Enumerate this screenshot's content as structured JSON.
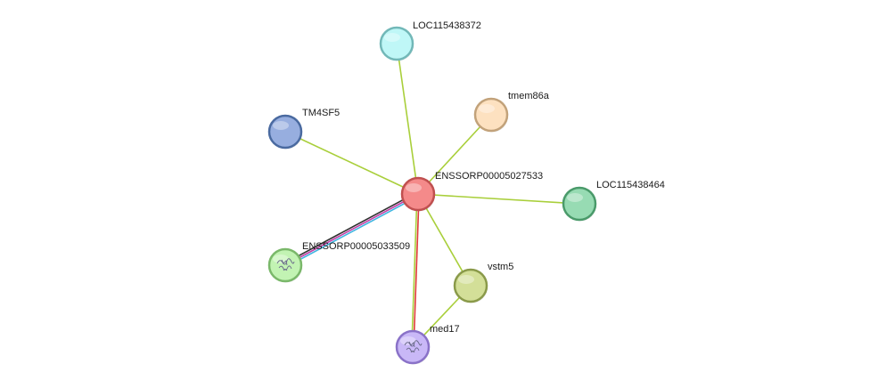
{
  "network": {
    "nodes": [
      {
        "id": "center",
        "label": "ENSSORP00005027533",
        "fill": "#f48a8a",
        "stroke": "#c05050"
      },
      {
        "id": "loc372",
        "label": "LOC115438372",
        "fill": "#bff7f7",
        "stroke": "#72b8b8"
      },
      {
        "id": "tmem86a",
        "label": "tmem86a",
        "fill": "#fde1c0",
        "stroke": "#c2a27a"
      },
      {
        "id": "tm4sf5",
        "label": "TM4SF5",
        "fill": "#97aedf",
        "stroke": "#4a6aa0"
      },
      {
        "id": "loc464",
        "label": "LOC115438464",
        "fill": "#97dbb3",
        "stroke": "#4a9a6a"
      },
      {
        "id": "enssorp509",
        "label": "ENSSORP00005033509",
        "fill": "#c2f3b3",
        "stroke": "#7ab86a",
        "icon": "protein-structure-icon"
      },
      {
        "id": "vstm5",
        "label": "vstm5",
        "fill": "#d3df98",
        "stroke": "#8a9a4a"
      },
      {
        "id": "med17",
        "label": "med17",
        "fill": "#c9b8f7",
        "stroke": "#8a72c8",
        "icon": "protein-structure-icon"
      }
    ],
    "edges": [
      {
        "from": "center",
        "to": "loc372",
        "colors": [
          "#a9cf3b"
        ]
      },
      {
        "from": "center",
        "to": "tmem86a",
        "colors": [
          "#a9cf3b"
        ]
      },
      {
        "from": "center",
        "to": "tm4sf5",
        "colors": [
          "#a9cf3b"
        ]
      },
      {
        "from": "center",
        "to": "loc464",
        "colors": [
          "#a9cf3b"
        ]
      },
      {
        "from": "center",
        "to": "vstm5",
        "colors": [
          "#a9cf3b"
        ]
      },
      {
        "from": "vstm5",
        "to": "med17",
        "colors": [
          "#a9cf3b"
        ]
      },
      {
        "from": "center",
        "to": "enssorp509",
        "colors": [
          "#3fb5e0",
          "#c23ea6",
          "#303030"
        ]
      },
      {
        "from": "center",
        "to": "med17",
        "colors": [
          "#e03a3a",
          "#a9cf3b"
        ]
      }
    ]
  }
}
